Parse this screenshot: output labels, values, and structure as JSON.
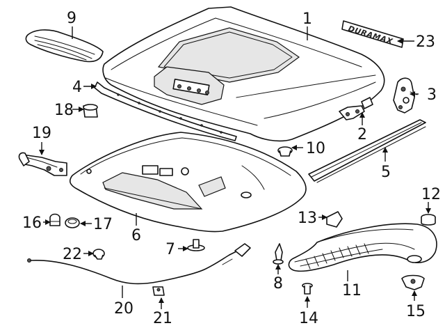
{
  "emblem_text": "DURAMAX",
  "callouts": {
    "c1": "1",
    "c2": "2",
    "c3": "3",
    "c4": "4",
    "c5": "5",
    "c6": "6",
    "c7": "7",
    "c8": "8",
    "c9": "9",
    "c10": "10",
    "c11": "11",
    "c12": "12",
    "c13": "13",
    "c14": "14",
    "c15": "15",
    "c16": "16",
    "c17": "17",
    "c18": "18",
    "c19": "19",
    "c20": "20",
    "c21": "21",
    "c22": "22",
    "c23": "23"
  }
}
